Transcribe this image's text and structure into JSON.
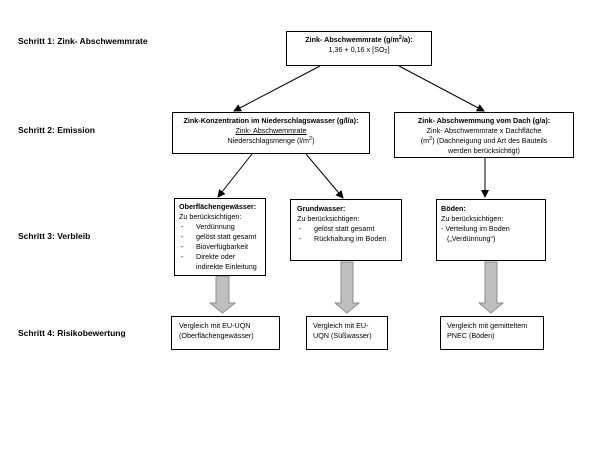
{
  "steps": [
    "Schritt 1: Zink- Abschwemmrate",
    "Schritt 2: Emission",
    "Schritt 3: Verbleib",
    "Schritt 4: Risikobewertung"
  ],
  "rate_box": {
    "title_pre": "Zink- Abschwemmrate (g/m",
    "title_sup": "2",
    "title_post": "/a):",
    "formula_pre": "1,36 + 0,16 x [SO",
    "formula_sub": "2",
    "formula_post": "]"
  },
  "concentration_box": {
    "title": "Zink-Konzentration im Niederschlagswasser (g/l/a):",
    "numerator": "Zink- Abschwemmrate",
    "denominator_pre": "Niederschlagsmenge (l/m",
    "denominator_sup": "2",
    "denominator_post": ")"
  },
  "roof_box": {
    "title": "Zink- Abschwemmung vom Dach (g/a):",
    "line1": "Zink- Abschwemmrate x Dachfläche",
    "line2_pre": "(m",
    "line2_sup": "2",
    "line2_post": ") (Dachneigung und Art des Bauteils",
    "line3": "werden berücksichtigt)"
  },
  "surface_box": {
    "title": "Oberflächengewässer:",
    "subtitle": "Zu berücksichtigen:",
    "items": [
      "Verdünnung",
      "gelöst statt gesamt",
      "Bioverfügbarkeit",
      "Direkte oder\nindirekte Einleitung"
    ]
  },
  "ground_box": {
    "title": "Grundwasser:",
    "subtitle": "Zu berücksichtigen:",
    "items": [
      "gelöst statt gesamt",
      "Rückhaltung im Boden"
    ]
  },
  "soil_box": {
    "title": "Böden:",
    "subtitle": "Zu berücksichtigen:",
    "line1": "- Verteilung im Boden",
    "line2": "(„Verdünnung“)"
  },
  "result_surface": "Vergleich mit EU-UQN (Oberflächengewässer)",
  "result_ground": "Vergleich mit EU-UQN (Süßwasser)",
  "result_soil": "Vergleich mit gemitteltem PNEC (Böden)",
  "item_marker": "-",
  "colors": {
    "arrow_fill": "#bfbfbf",
    "arrow_stroke": "#8c8c8c",
    "line": "#000000"
  }
}
